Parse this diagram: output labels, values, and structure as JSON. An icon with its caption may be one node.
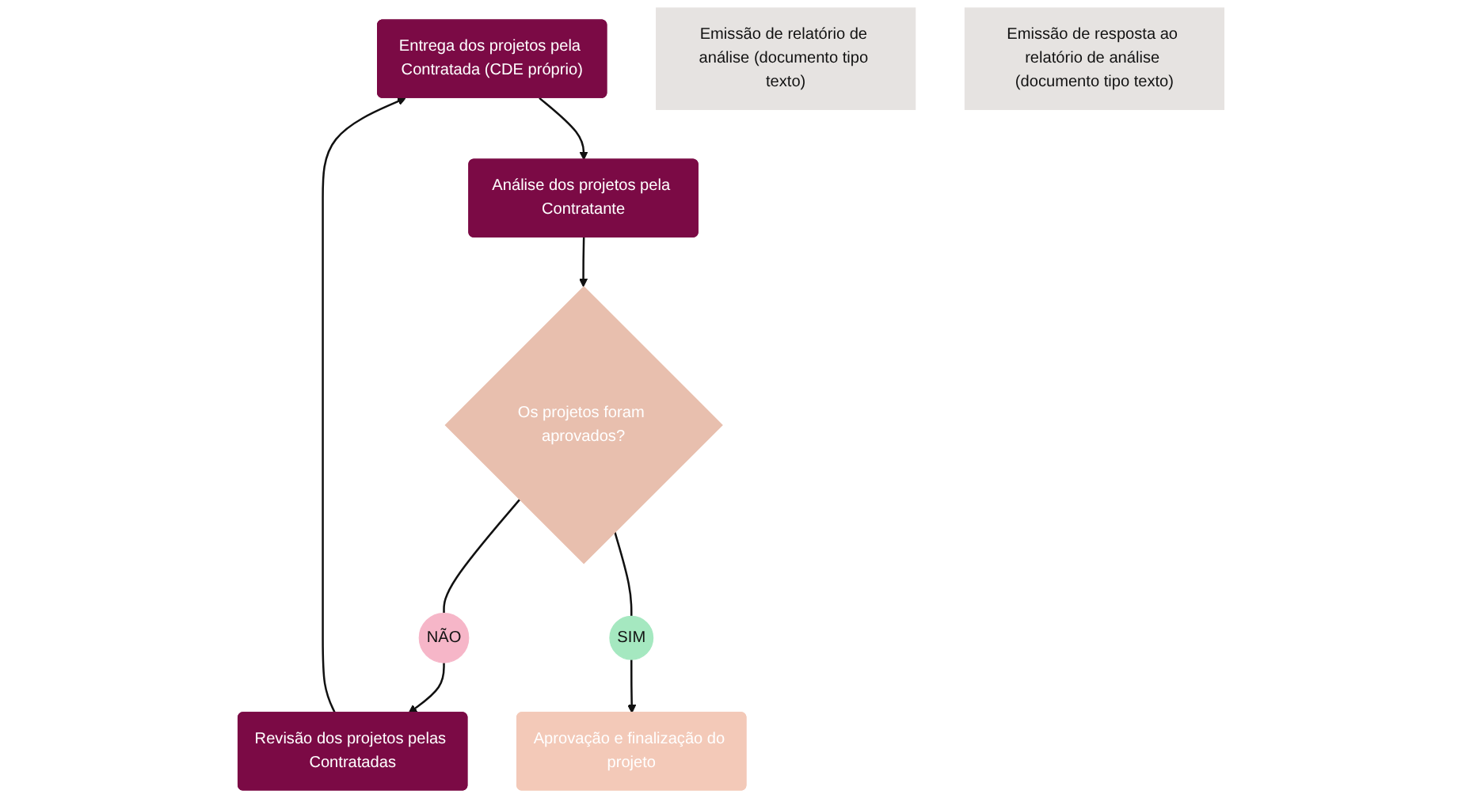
{
  "diagram": {
    "nodes": [
      {
        "text": [
          "Entrega dos projetos pela Contratada (CDE próprio)"
        ]
      },
      {
        "text": [
          "Análise dos projetos pela Contratante"
        ]
      },
      {
        "text": [
          "Emissão de relatório de análise (documento tipo texto)"
        ]
      },
      {
        "text": [
          "Os projetos foram aprovados?"
        ]
      },
      {
        "text": [
          "NÃO"
        ]
      },
      {
        "text": [
          "Revisão dos projetos pelas Contratadas"
        ]
      },
      {
        "text": [
          "Emissão de resposta ao relatório de análise (documento tipo texto)"
        ]
      },
      {
        "text": [
          "SIM"
        ]
      },
      {
        "text": [
          "Aprovação e finalização do projeto"
        ]
      }
    ],
    "edges": [
      {
        "from": 0,
        "to": 1,
        "arrow": "to"
      },
      {
        "from": 1,
        "to": 3,
        "arrow": "to"
      },
      {
        "from": 3,
        "to": 4,
        "arrow": "none"
      },
      {
        "from": 4,
        "to": 5,
        "arrow": "to"
      },
      {
        "from": 5,
        "to": 0,
        "arrow": "to"
      },
      {
        "from": 3,
        "to": 7,
        "arrow": "none"
      },
      {
        "from": 7,
        "to": 8,
        "arrow": "to"
      }
    ]
  }
}
